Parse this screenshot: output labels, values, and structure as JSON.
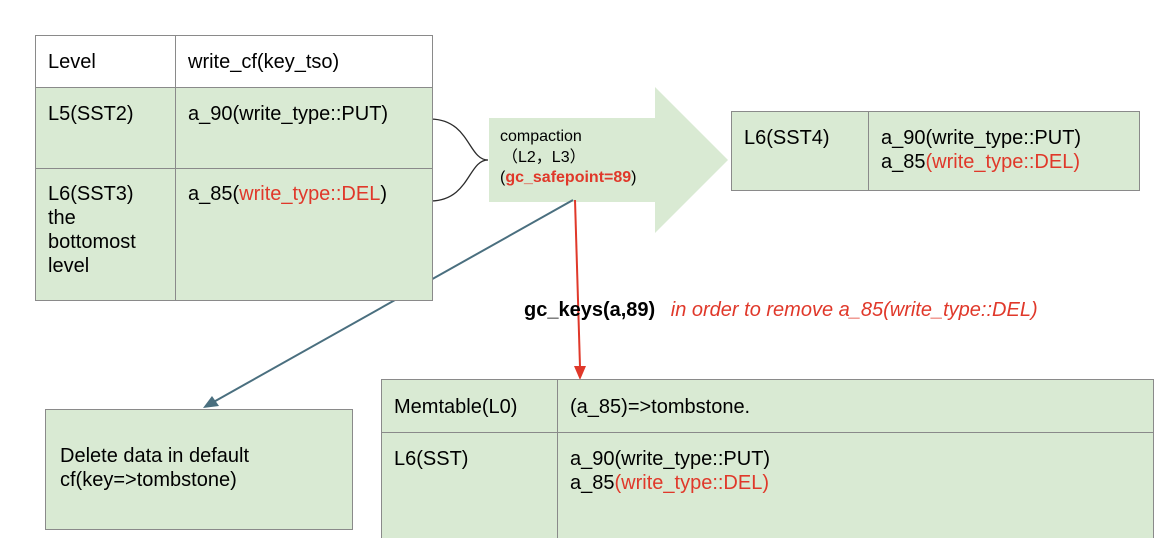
{
  "table_left": {
    "header": {
      "level": "Level",
      "write_cf": "write_cf(key_tso)"
    },
    "rows": [
      {
        "level": [
          "L5(SST2)"
        ],
        "entry_prefix": "a_90(write_type::PUT)",
        "entry_red": ""
      },
      {
        "level": [
          "L6(SST3)",
          "the",
          "bottomost",
          "level"
        ],
        "entry_prefix": "a_85(",
        "entry_red": "write_type::DEL",
        "entry_suffix": ")"
      }
    ]
  },
  "compaction": {
    "line1": "compaction",
    "line2": "（L2，L3）",
    "line3_prefix": "(",
    "line3_red": "gc_safepoint=89",
    "line3_suffix": ")"
  },
  "result_box": {
    "level": "L6(SST4)",
    "line1": "a_90(write_type::PUT)",
    "line2_prefix": "a_85",
    "line2_red": "(write_type::DEL)"
  },
  "gc_keys": {
    "call": "gc_keys(a,89)",
    "note": "in order to remove a_85(write_type::DEL)"
  },
  "delete_box": {
    "line1": "Delete data in default",
    "line2": "cf(key=>tombstone)"
  },
  "table_bottom": {
    "rows": [
      {
        "level": "Memtable(L0)",
        "line1": "(a_85)=>tombstone."
      },
      {
        "level": "L6(SST)",
        "line1": "a_90(write_type::PUT)",
        "line2_prefix": "a_85",
        "line2_red": "(write_type::DEL)"
      }
    ]
  },
  "colors": {
    "green_fill": "#d9ead3",
    "arrow_fill": "#d9ead3",
    "red_text": "#e0382a",
    "red_arrow": "#e0382a",
    "blue_arrow": "#4a6f7f",
    "border": "#8a8a8a"
  }
}
